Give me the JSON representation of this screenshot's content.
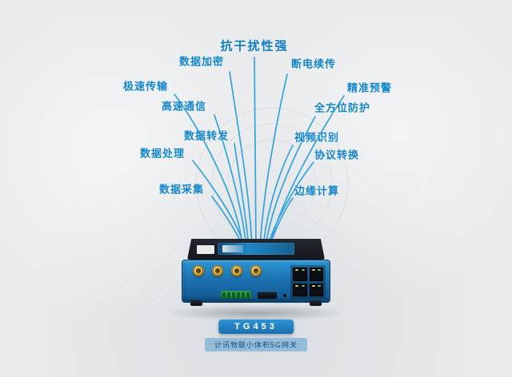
{
  "background": {
    "color": "#e8eaec"
  },
  "lines": {
    "color": "#2ba0d8"
  },
  "features": [
    {
      "name": "anti-interference",
      "label": "抗干扰性强"
    },
    {
      "name": "data-encryption",
      "label": "数据加密"
    },
    {
      "name": "power-off-resume",
      "label": "断电续传"
    },
    {
      "name": "fast-transmission",
      "label": "极速传输"
    },
    {
      "name": "precise-alert",
      "label": "精准预警"
    },
    {
      "name": "high-speed-communication",
      "label": "高速通信"
    },
    {
      "name": "all-round-protection",
      "label": "全方位防护"
    },
    {
      "name": "data-forwarding",
      "label": "数据转发"
    },
    {
      "name": "video-recognition",
      "label": "视频识别"
    },
    {
      "name": "data-processing",
      "label": "数据处理"
    },
    {
      "name": "protocol-conversion",
      "label": "协议转换"
    },
    {
      "name": "data-collection",
      "label": "数据采集"
    },
    {
      "name": "edge-computing",
      "label": "边缘计算"
    }
  ],
  "device": {
    "model_label": "TG453",
    "caption": "计讯物联小体积5G网关"
  }
}
